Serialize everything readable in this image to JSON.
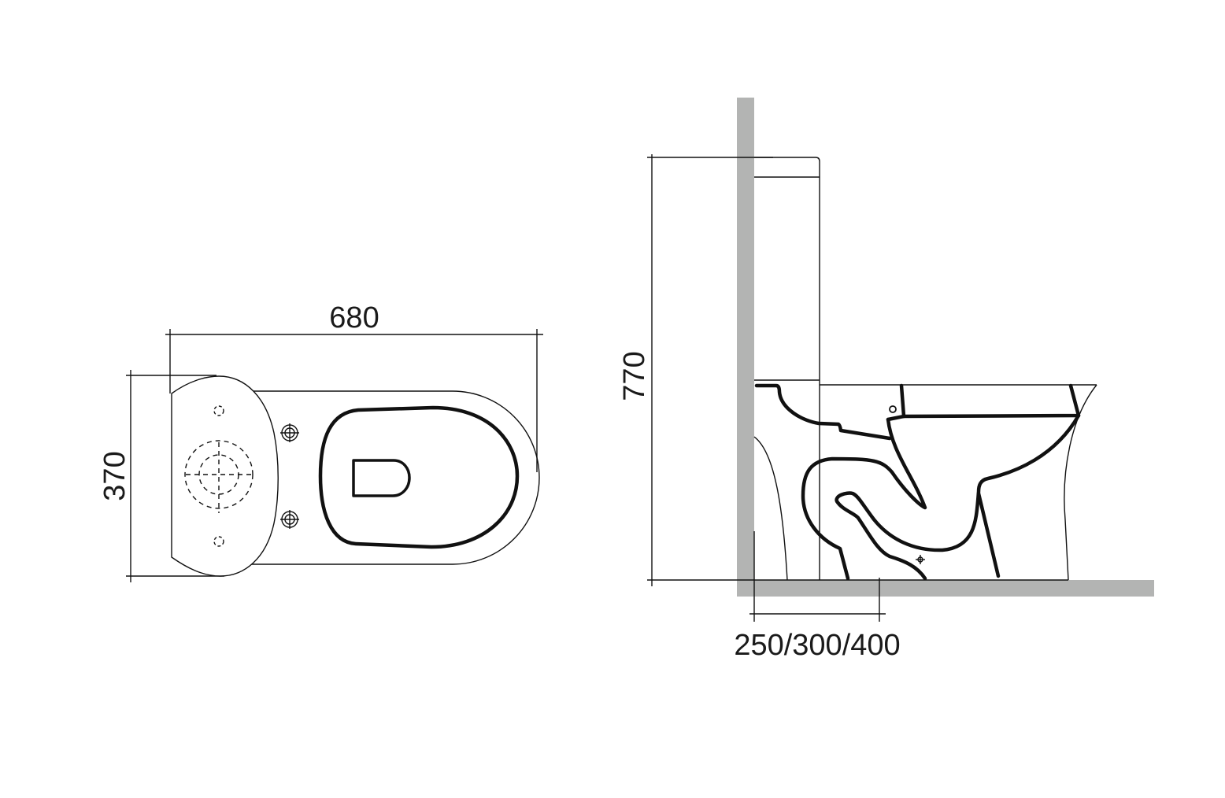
{
  "top_view": {
    "length_label": "680",
    "width_label": "370"
  },
  "side_view": {
    "height_label": "770",
    "rough_in_label": "250/300/400"
  },
  "colors": {
    "wall_floor": "#b3b4b3",
    "line": "#111111"
  }
}
